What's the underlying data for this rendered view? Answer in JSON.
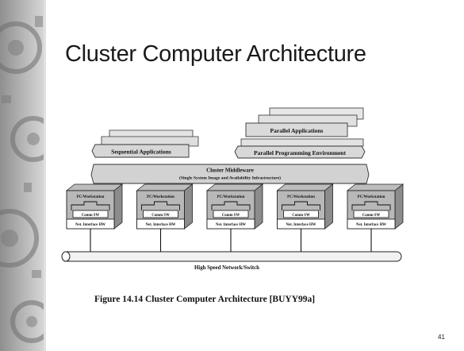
{
  "slide": {
    "title": "Cluster Computer Architecture",
    "page_number": "41"
  },
  "diagram": {
    "sequential_applications": "Sequential Applications",
    "parallel_applications": "Parallel Applications",
    "parallel_programming_environment": "Parallel Programming Environment",
    "middleware_title": "Cluster Middleware",
    "middleware_subtitle": "(Single System Image and Availability Infrastructure)",
    "node_label": "PC/Workstation",
    "comm_sw_label": "Comm SW",
    "net_hw_label": "Net. Interface HW",
    "node_count": 5,
    "network_label": "High Speed Network/Switch",
    "caption": "Figure 14.14   Cluster Computer Architecture [BUYY99a]"
  }
}
